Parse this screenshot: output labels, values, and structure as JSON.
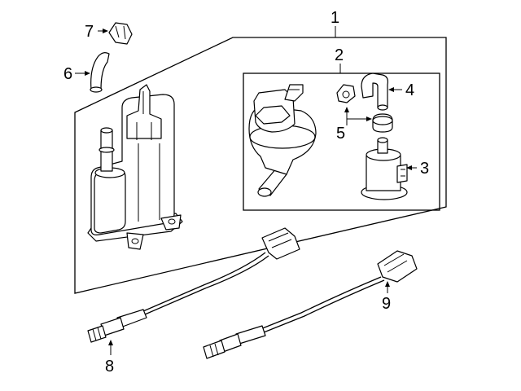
{
  "diagram": {
    "callouts": [
      {
        "id": "1",
        "label": "1"
      },
      {
        "id": "2",
        "label": "2"
      },
      {
        "id": "3",
        "label": "3"
      },
      {
        "id": "4",
        "label": "4"
      },
      {
        "id": "5",
        "label": "5"
      },
      {
        "id": "6",
        "label": "6"
      },
      {
        "id": "7",
        "label": "7"
      },
      {
        "id": "8",
        "label": "8"
      },
      {
        "id": "9",
        "label": "9"
      }
    ],
    "colors": {
      "line": "#000000",
      "background": "#ffffff",
      "shade": "#e8e8e8"
    }
  }
}
